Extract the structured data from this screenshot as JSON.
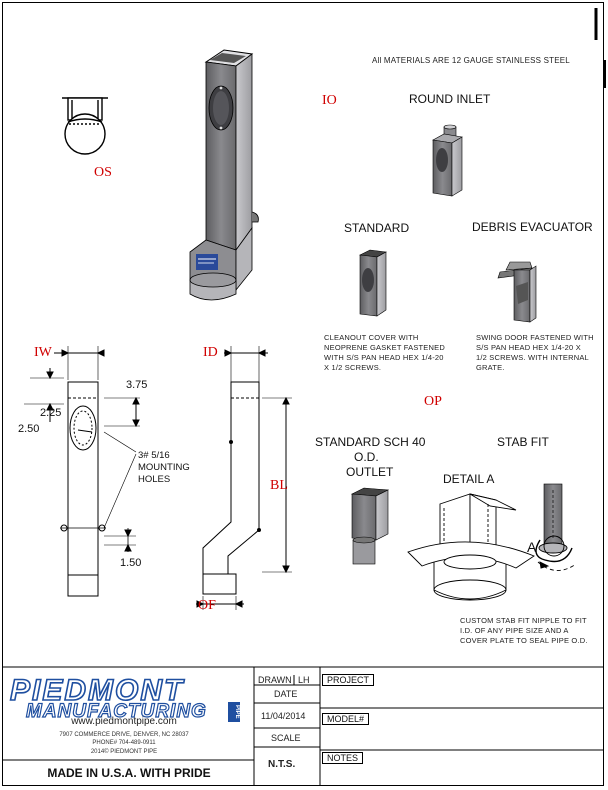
{
  "notes": {
    "materials": "All MATERIALS ARE 12 GAUGE STAINLESS STEEL"
  },
  "views": {
    "os": "OS",
    "io": "IO",
    "iw": "IW",
    "id": "ID",
    "op": "OP",
    "bl": "BL",
    "of": "OF"
  },
  "sections": {
    "round_inlet": "ROUND INLET",
    "standard": "STANDARD",
    "debris_evacuator": "DEBRIS EVACUATOR",
    "standard_outlet_l1": "STANDARD SCH 40",
    "standard_outlet_l2": "O.D.",
    "standard_outlet_l3": "OUTLET",
    "stab_fit": "STAB FIT",
    "detail_a": "DETAIL  A",
    "detail_marker": "A"
  },
  "descriptions": {
    "standard_l1": "CLEANOUT COVER WITH",
    "standard_l2": "NEOPRENE GASKET FASTENED",
    "standard_l3": "WITH S/S PAN HEAD HEX 1/4-20",
    "standard_l4": "X 1/2 SCREWS.",
    "debris_l1": "SWING DOOR FASTENED WITH",
    "debris_l2": "S/S PAN HEAD HEX 1/4-20 X",
    "debris_l3": "1/2  SCREWS. WITH INTERNAL",
    "debris_l4": "GRATE.",
    "stab_l1": "CUSTOM STAB FIT NIPPLE TO FIT",
    "stab_l2": "I.D. OF ANY PIPE SIZE AND A",
    "stab_l3": "COVER PLATE TO SEAL PIPE O.D."
  },
  "dimensions": {
    "d375": "3.75",
    "d225": "2.25",
    "d250": "2.50",
    "holes_l1": "3# 5/16",
    "holes_l2": "MOUNTING",
    "holes_l3": "HOLES",
    "d150": "1.50"
  },
  "title_block": {
    "brand_l1": "PIEDMONT",
    "brand_l2": "MANUFACTURING",
    "brand_side": "PIPE",
    "website": "www.piedmontpipe.com",
    "address": "7907 COMMERCE DRIVE, DENVER, NC 28037",
    "phone": "PHONE# 704-489-0911",
    "copyright": "2014© PIEDMONT PIPE",
    "made_in": "MADE IN U.S.A. WITH PRIDE",
    "drawn_label": "DRAWN",
    "drawn_value": "LH",
    "date_label": "DATE",
    "date_value": "11/04/2014",
    "scale_label": "SCALE",
    "scale_value": "N.T.S.",
    "project_label": "PROJECT",
    "model_label": "MODEL#",
    "notes_label": "NOTES"
  },
  "colors": {
    "brand_blue": "#1f4fa0",
    "label_red": "#d00000",
    "steel_dark": "#6f6f72",
    "steel_light": "#b8b8bc"
  }
}
